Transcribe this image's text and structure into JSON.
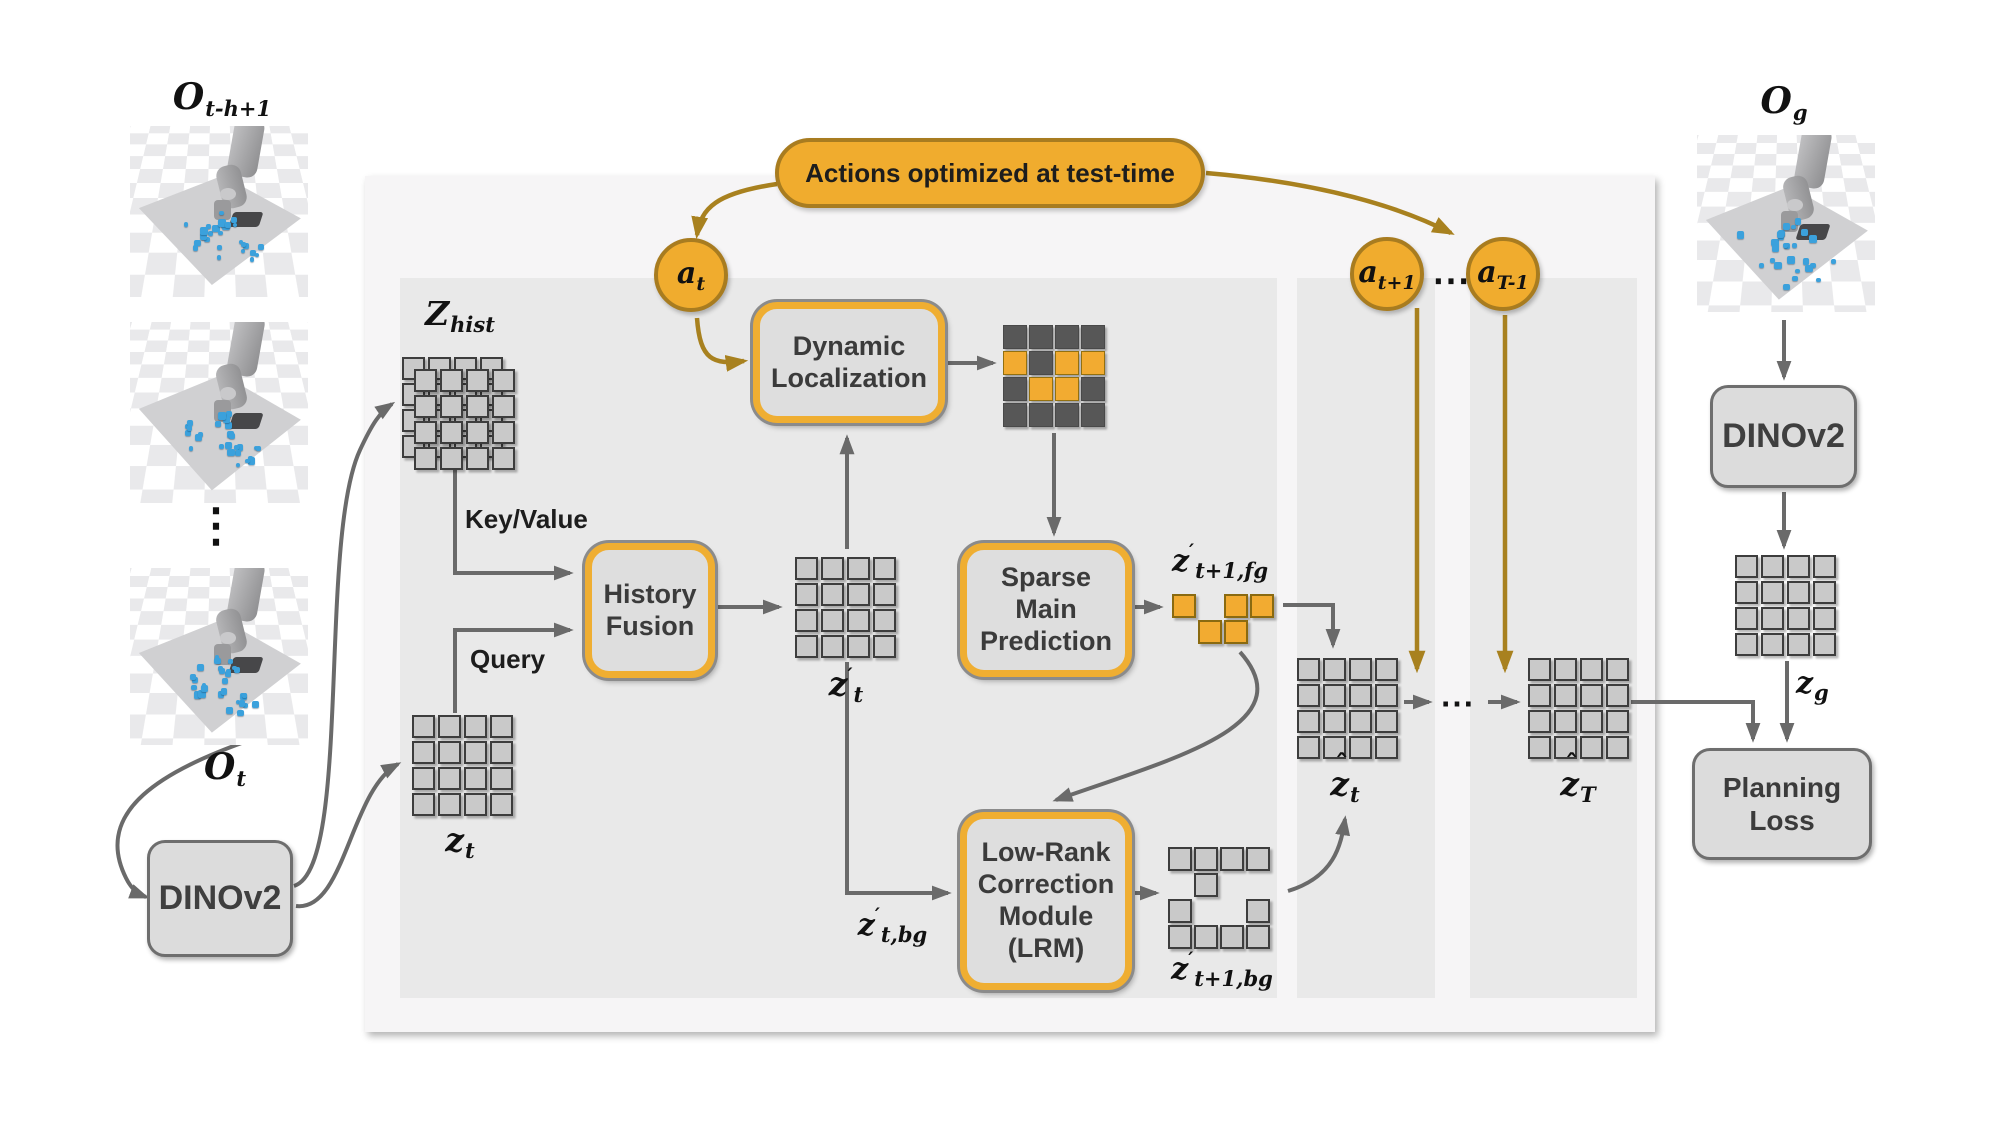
{
  "colors": {
    "accent_orange": "#F0AC2E",
    "accent_orange_border": "#A87C20",
    "orange_arrow": "#A8811F",
    "module_fill": "#DCDCDC",
    "module_border": "#6E6E6E",
    "token_fill": "#C9C9C9",
    "mask_dark": "#575757",
    "arrow_gray": "#6A6A6A",
    "panel_outer": "#F6F5F6",
    "panel_inner": "#E9E9E9",
    "particle_blue": "#3BA1DC"
  },
  "annotations": {
    "pill": "Actions optimized at test-time",
    "key_value": "Key/Value",
    "query": "Query"
  },
  "modules": {
    "dinov2_left": "DINOv2",
    "dinov2_right": "DINOv2",
    "history_fusion": {
      "l1": "History",
      "l2": "Fusion"
    },
    "dynamic_localization": {
      "l1": "Dynamic",
      "l2": "Localization"
    },
    "sparse_main_prediction": {
      "l1": "Sparse",
      "l2": "Main",
      "l3": "Prediction"
    },
    "lrm": {
      "l1": "Low-Rank",
      "l2": "Correction",
      "l3": "Module",
      "l4": "(LRM)"
    },
    "planning_loss": {
      "l1": "Planning",
      "l2": "Loss"
    }
  },
  "labels": {
    "o_hist": {
      "base": "O",
      "sub": "t-h+1"
    },
    "o_t": {
      "base": "O",
      "sub": "t"
    },
    "o_g": {
      "base": "O",
      "sub": "g"
    },
    "z_hist": {
      "base": "Z",
      "sub": "hist"
    },
    "z_t": {
      "base": "z",
      "sub": "t"
    },
    "z_prime_t": {
      "base": "z",
      "prime": "′",
      "sub": "t"
    },
    "z_prime_t1_fg": {
      "base": "z",
      "prime": "′",
      "sub": "t+1,fg"
    },
    "z_prime_t_bg": {
      "base": "z",
      "prime": "′",
      "sub": "t,bg"
    },
    "z_prime_t1_bg": {
      "base": "z",
      "prime": "′",
      "sub": "t+1,bg"
    },
    "zhat_t": {
      "hat": "ˆ",
      "base": "z",
      "sub": "t"
    },
    "zhat_T": {
      "hat": "ˆ",
      "base": "z",
      "sub": "T"
    },
    "z_g": {
      "base": "z",
      "sub": "g"
    },
    "a_t": {
      "base": "a",
      "sub": "t"
    },
    "a_t1": {
      "base": "a",
      "sub": "t+1"
    },
    "a_T1": {
      "base": "a",
      "sub": "T-1"
    },
    "vdots": "⋮",
    "hdots_actions": "⋯",
    "hdots_rollout": "⋯"
  },
  "grids": {
    "full": [
      [
        1,
        1,
        1,
        1
      ],
      [
        1,
        1,
        1,
        1
      ],
      [
        1,
        1,
        1,
        1
      ],
      [
        1,
        1,
        1,
        1
      ]
    ],
    "mask": [
      [
        0,
        0,
        0,
        0
      ],
      [
        1,
        0,
        1,
        1
      ],
      [
        0,
        1,
        1,
        0
      ],
      [
        0,
        0,
        0,
        0
      ]
    ],
    "fg": [
      [
        1,
        0,
        1,
        1
      ],
      [
        0,
        1,
        1,
        0
      ]
    ],
    "bg": [
      [
        1,
        1,
        1,
        1
      ],
      [
        0,
        1,
        0,
        0
      ],
      [
        1,
        0,
        0,
        1
      ],
      [
        1,
        1,
        1,
        1
      ]
    ]
  }
}
